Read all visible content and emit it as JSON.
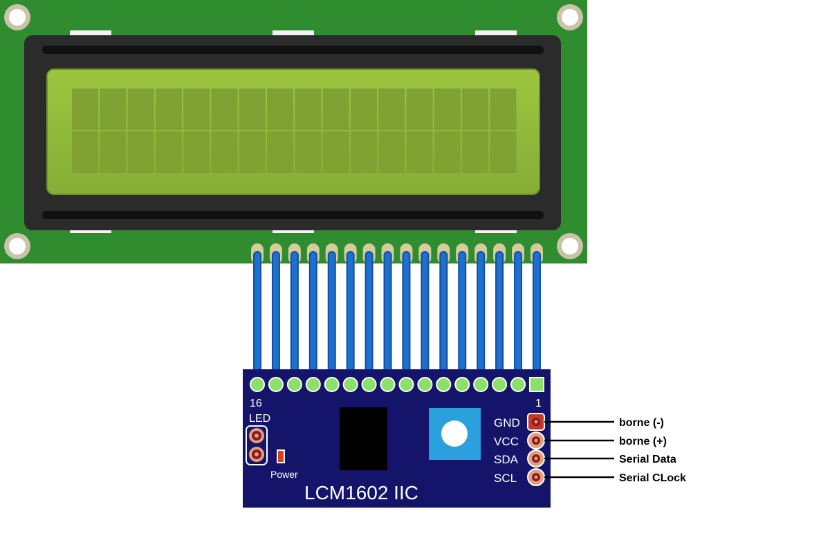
{
  "module": {
    "pin_start_label": "16",
    "pin_end_label": "1",
    "led_label": "LED",
    "power_label": "Power",
    "model_label": "LCM1602 IIC",
    "pins": [
      {
        "name": "GND",
        "annotation": "borne (-)"
      },
      {
        "name": "VCC",
        "annotation": "borne (+)"
      },
      {
        "name": "SDA",
        "annotation": "Serial Data"
      },
      {
        "name": "SCL",
        "annotation": "Serial CLock"
      }
    ]
  },
  "lcd": {
    "rows": 2,
    "columns": 16,
    "header_pin_count": 16
  },
  "colors": {
    "pcb_green": "#2f8c2f",
    "bezel": "#2b2b2b",
    "screen": "#8db43a",
    "module_blue": "#14146b",
    "wire_blue": "#1f6fd0",
    "pot_blue": "#2aa0dc",
    "gnd_pad": "#c0392b"
  }
}
